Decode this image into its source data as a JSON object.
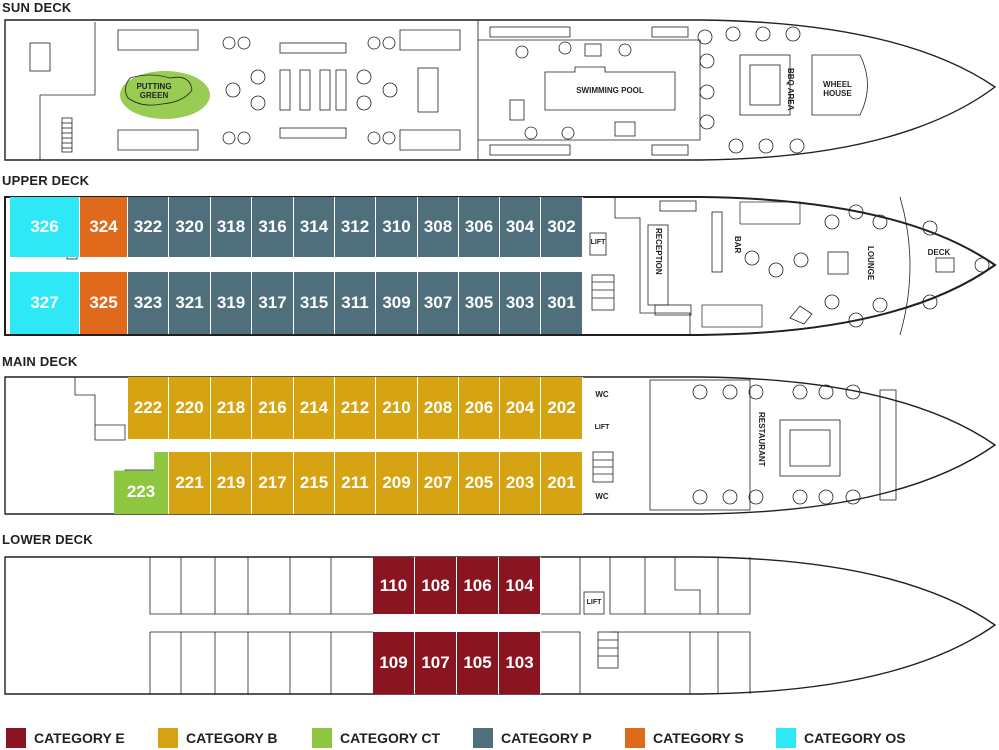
{
  "decks": {
    "sun": {
      "title": "SUN DECK",
      "putting_green": "PUTTING GREEN",
      "swimming_pool": "SWIMMING POOL",
      "bbq_area": "BBQ AREA",
      "wheel_house": "WHEEL HOUSE"
    },
    "upper": {
      "title": "UPPER DECK",
      "lift": "LIFT",
      "reception": "RECEPTION",
      "bar": "BAR",
      "lounge": "LOUNGE",
      "deck": "DECK",
      "top_row": [
        "326",
        "324",
        "322",
        "320",
        "318",
        "316",
        "314",
        "312",
        "310",
        "308",
        "306",
        "304",
        "302"
      ],
      "bottom_row": [
        "327",
        "325",
        "323",
        "321",
        "319",
        "317",
        "315",
        "311",
        "309",
        "307",
        "305",
        "303",
        "301"
      ]
    },
    "main": {
      "title": "MAIN DECK",
      "wc": "WC",
      "lift": "LIFT",
      "restaurant": "RESTAURANT",
      "top_row": [
        "222",
        "220",
        "218",
        "216",
        "214",
        "212",
        "210",
        "208",
        "206",
        "204",
        "202"
      ],
      "bottom_row": [
        "223",
        "221",
        "219",
        "217",
        "215",
        "211",
        "209",
        "207",
        "205",
        "203",
        "201"
      ]
    },
    "lower": {
      "title": "LOWER DECK",
      "lift": "LIFT",
      "top_row": [
        "110",
        "108",
        "106",
        "104"
      ],
      "bottom_row": [
        "109",
        "107",
        "105",
        "103"
      ]
    }
  },
  "legend": [
    {
      "label": "CATEGORY E",
      "color": "#8a1420"
    },
    {
      "label": "CATEGORY B",
      "color": "#d6a413"
    },
    {
      "label": "CATEGORY CT",
      "color": "#8dc63f"
    },
    {
      "label": "CATEGORY P",
      "color": "#4f6f7d"
    },
    {
      "label": "CATEGORY S",
      "color": "#e06a1b"
    },
    {
      "label": "CATEGORY OS",
      "color": "#2ee8f5"
    }
  ]
}
